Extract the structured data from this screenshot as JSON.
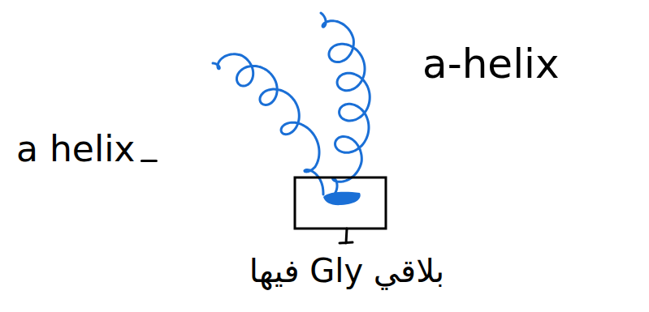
{
  "diagram": {
    "labels": [
      "a helix",
      "a-helix",
      "بلاقي Gly فيها"
    ]
  }
}
